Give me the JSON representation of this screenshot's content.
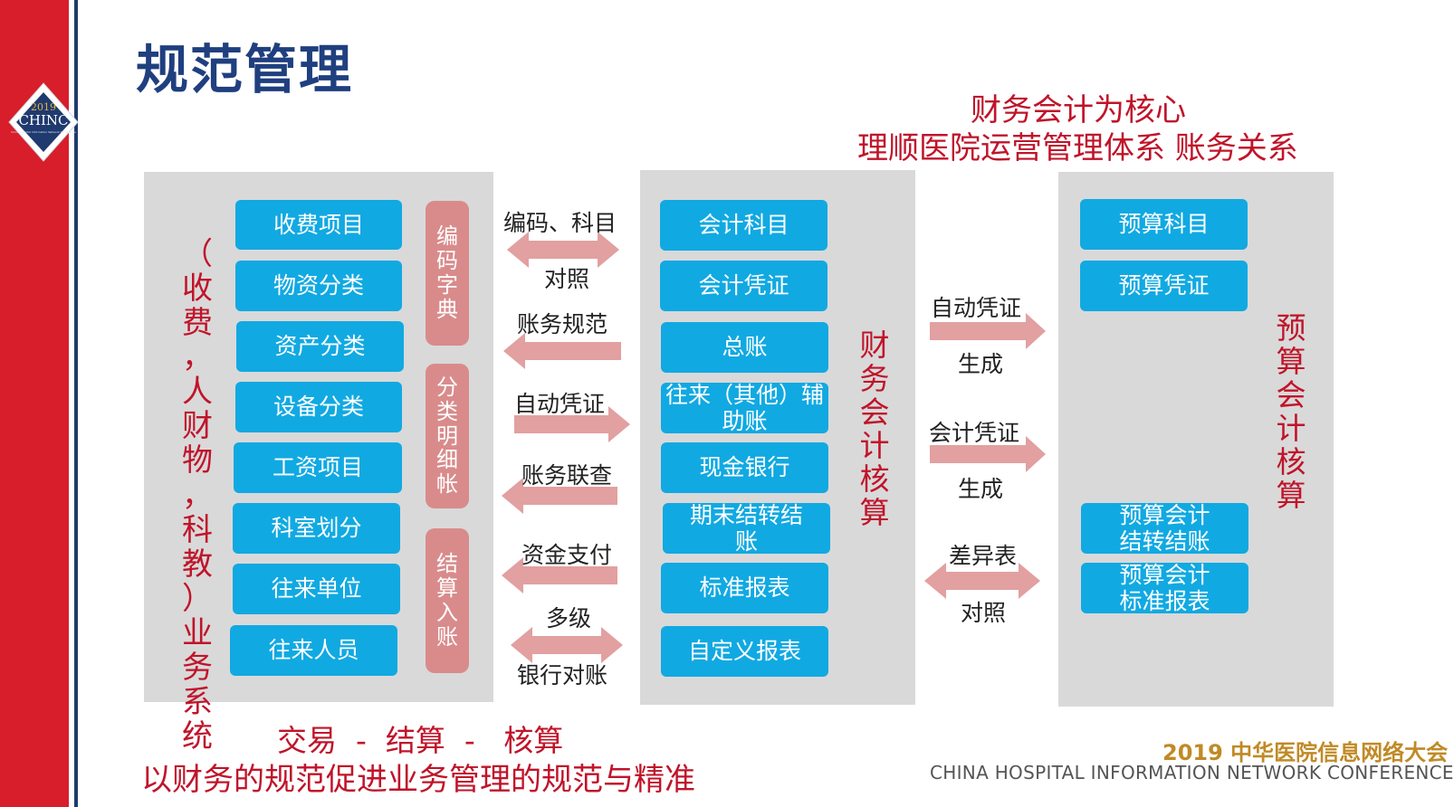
{
  "logo": {
    "year": "2019",
    "brand": "CHINC",
    "subtitle": "China Hospital Information Network Conference"
  },
  "title": "规范管理",
  "header_right": {
    "line1": "财务会计为核心",
    "line2": "理顺医院运营管理体系 账务关系"
  },
  "left_panel": {
    "vertical_label": "（收费，人财物，科教）业务系统",
    "items": [
      "收费项目",
      "物资分类",
      "资产分类",
      "设备分类",
      "工资项目",
      "科室划分",
      "往来单位",
      "往来人员"
    ],
    "tags": [
      "编码字典",
      "分类明细帐",
      "结算入账"
    ]
  },
  "middle_labels": [
    {
      "top": "编码、科目",
      "bottom": "对照"
    },
    {
      "top": "账务规范"
    },
    {
      "top": "自动凭证"
    },
    {
      "top": "账务联查"
    },
    {
      "top": "资金支付"
    },
    {
      "top": "多级",
      "bottom": "银行对账"
    }
  ],
  "center_panel": {
    "vertical_label": "财务会计核算",
    "items": [
      "会计科目",
      "会计凭证",
      "总账",
      "往来（其他）辅助账",
      "现金银行",
      "期末结转结账",
      "标准报表",
      "自定义报表"
    ]
  },
  "right_labels": [
    {
      "top": "自动凭证",
      "bottom": "生成"
    },
    {
      "top": "会计凭证",
      "bottom": "生成"
    },
    {
      "top": "差异表",
      "bottom": "对照"
    }
  ],
  "right_panel": {
    "vertical_label": "预算会计核算",
    "items": [
      "预算科目",
      "预算凭证",
      "预算会计结转结账",
      "预算会计标准报表"
    ]
  },
  "bottom": {
    "line1": "交易  -  结算  -   核算",
    "line2": "以财务的规范促进业务管理的规范与精准"
  },
  "footer": {
    "cn": "2019 中华医院信息网络大会",
    "en": "CHINA HOSPITAL INFORMATION NETWORK CONFERENCE"
  },
  "colors": {
    "accent_red": "#c0142a",
    "title_blue": "#1f3f7f",
    "box_blue": "#11a9e2",
    "tag_pink": "#d98b8b",
    "arrow_pink": "#e2a0a0",
    "panel_gray": "#d9d9d9"
  }
}
